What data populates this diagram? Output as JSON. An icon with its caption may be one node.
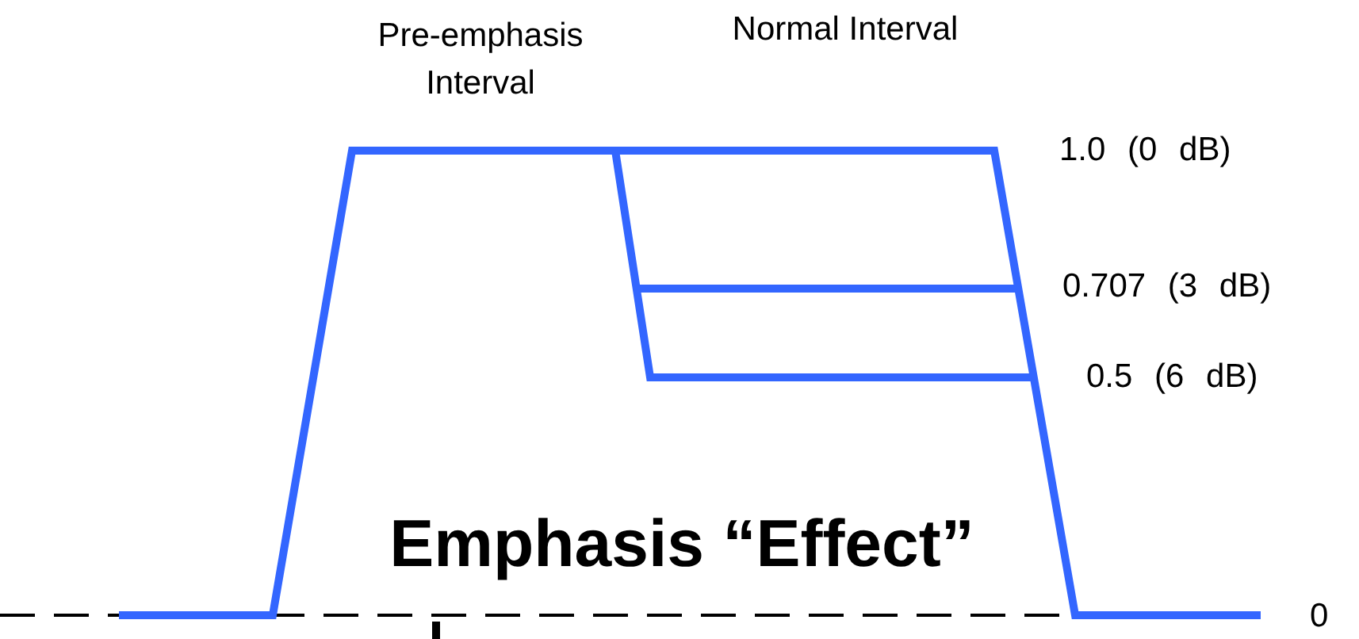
{
  "diagram": {
    "labels": [
      "Pre-emphasis Interval",
      "Normal Interval",
      "1.0 (0 dB)",
      "0.707 (3 dB)",
      "0.5 (6 dB)",
      "Emphasis “Effect”",
      "0"
    ]
  }
}
